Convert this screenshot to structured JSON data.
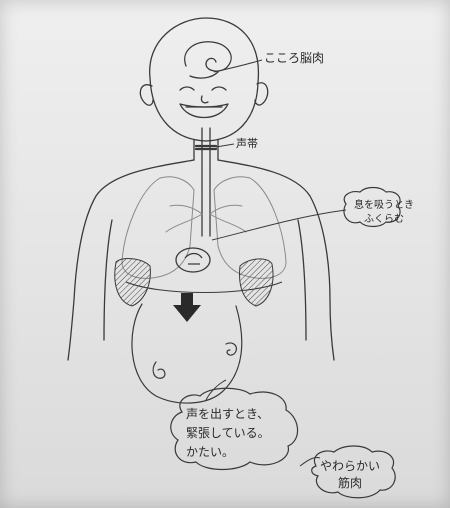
{
  "labels": {
    "brain_muscle": "こころ脳肉",
    "vocal_cords": "声帯",
    "breathing": [
      "息を吸うとき",
      "ふくらむ"
    ],
    "voice_tense": [
      "声を出すとき、",
      "緊張している。",
      "かたい。"
    ],
    "soft_muscle": [
      "やわらかい",
      "筋肉"
    ]
  },
  "colors": {
    "paper": "#e6e6e6",
    "ink": "#2a2a2a",
    "pencil": "#8a8a8a"
  },
  "icons": {
    "arrow": "down-arrow-icon"
  }
}
